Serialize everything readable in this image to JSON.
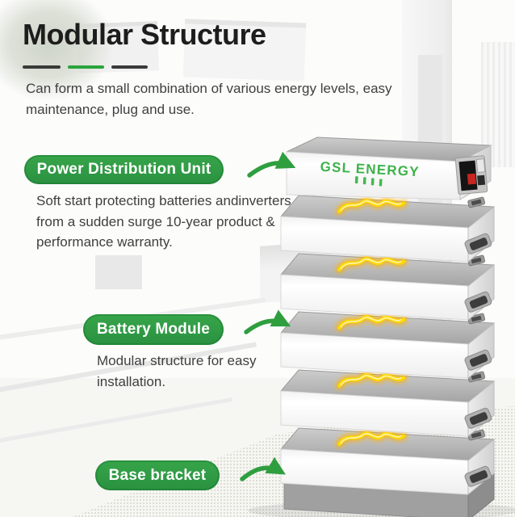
{
  "header": {
    "title": "Modular Structure",
    "intro": "Can form a small combination of various energy levels, easy maintenance, plug and use."
  },
  "sections": [
    {
      "id": "power-distribution-unit",
      "label": "Power Distribution Unit",
      "description": "Soft start protecting batteries andinverters from a sudden surge 10-year product & performance warranty."
    },
    {
      "id": "battery-module",
      "label": "Battery Module",
      "description": "Modular structure for easy installation."
    },
    {
      "id": "base-bracket",
      "label": "Base bracket",
      "description": ""
    }
  ],
  "product": {
    "brand": "GSL ENERGY",
    "battery_module_count": 5,
    "status_tick_count": 4
  },
  "colors": {
    "accent_green": "#2e9b3e",
    "logo_green": "#3db249",
    "lightning_yellow": "#ffd100",
    "title_text": "#1d1d1d",
    "body_text": "#3f3f3f",
    "pill_text": "#ffffff",
    "base_bracket_gray": "#9d9d9d"
  }
}
